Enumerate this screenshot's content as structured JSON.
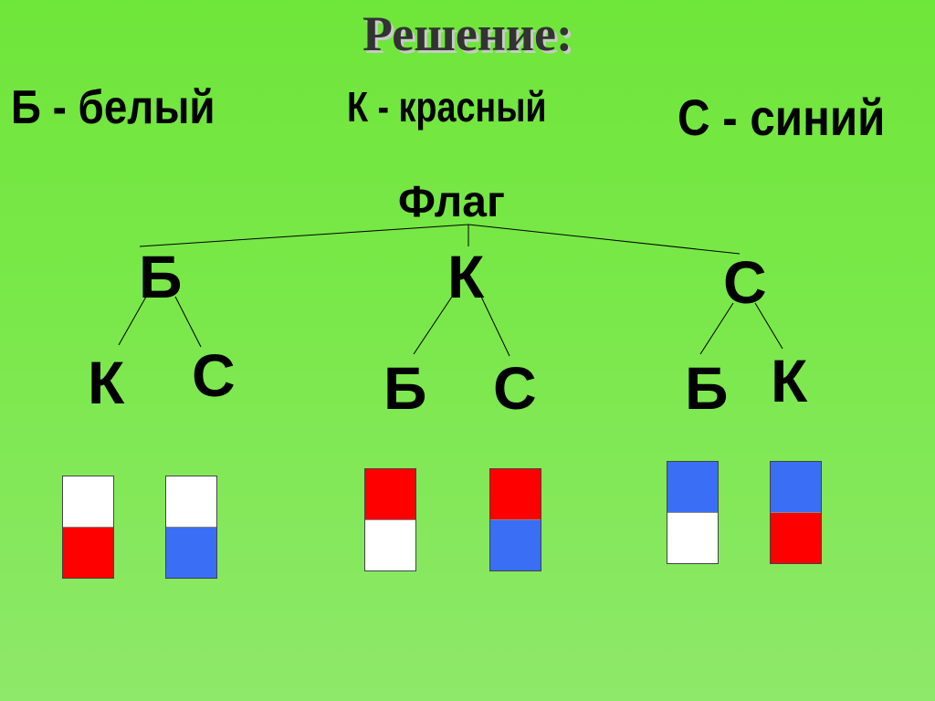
{
  "title": "Решение:",
  "legend": {
    "white": "Б - белый",
    "red": "К - красный",
    "blue": "С - синий"
  },
  "tree": {
    "root": "Флаг",
    "level1": [
      "Б",
      "К",
      "С"
    ],
    "level2": [
      [
        "К",
        "С"
      ],
      [
        "Б",
        "С"
      ],
      [
        "Б",
        "К"
      ]
    ]
  },
  "colors": {
    "white": "#ffffff",
    "red": "#ff0000",
    "blue": "#3a6ef5"
  },
  "flags": [
    [
      "white",
      "red"
    ],
    [
      "white",
      "blue"
    ],
    [
      "red",
      "white"
    ],
    [
      "red",
      "blue"
    ],
    [
      "blue",
      "white"
    ],
    [
      "blue",
      "red"
    ]
  ]
}
